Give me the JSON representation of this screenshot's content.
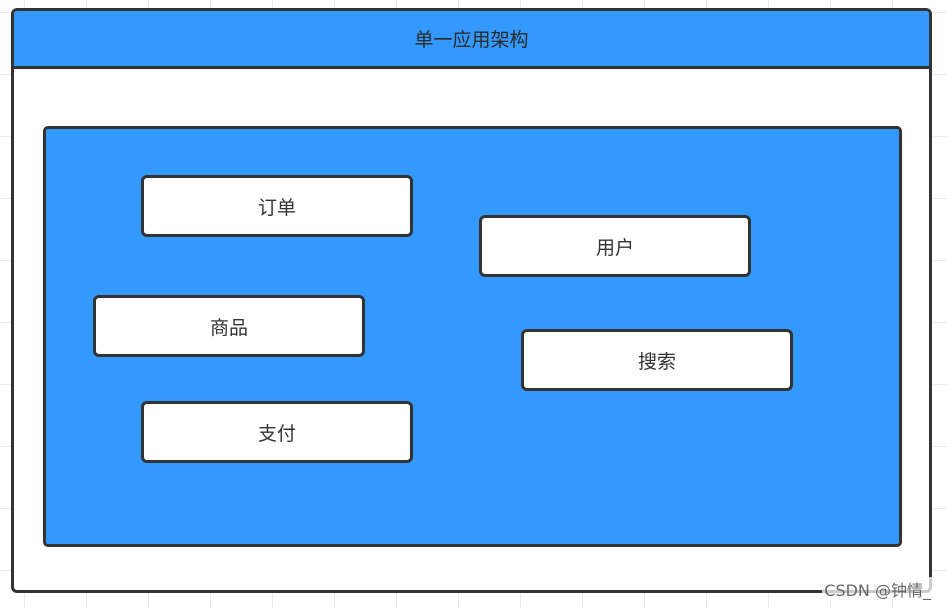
{
  "diagram": {
    "title": "单一应用架构",
    "modules": {
      "order": "订单",
      "user": "用户",
      "goods": "商品",
      "search": "搜索",
      "pay": "支付"
    }
  },
  "watermark": "CSDN @钟情_",
  "colors": {
    "panel_fill": "#3399ff",
    "border": "#333333",
    "box_fill": "#ffffff"
  }
}
